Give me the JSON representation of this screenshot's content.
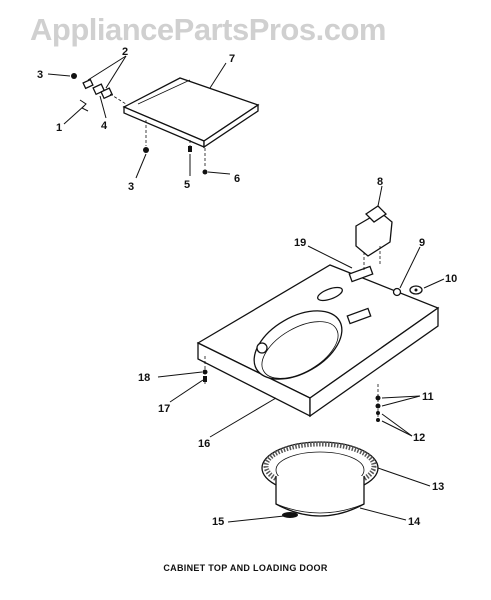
{
  "watermark": "AppliancePartsPros.com",
  "caption": "CABINET TOP AND LOADING DOOR",
  "callouts": [
    {
      "id": "c1",
      "text": "1"
    },
    {
      "id": "c2",
      "text": "2"
    },
    {
      "id": "c3a",
      "text": "3"
    },
    {
      "id": "c3b",
      "text": "3"
    },
    {
      "id": "c4",
      "text": "4"
    },
    {
      "id": "c5",
      "text": "5"
    },
    {
      "id": "c6",
      "text": "6"
    },
    {
      "id": "c7",
      "text": "7"
    },
    {
      "id": "c8",
      "text": "8"
    },
    {
      "id": "c9",
      "text": "9"
    },
    {
      "id": "c10",
      "text": "10"
    },
    {
      "id": "c11",
      "text": "11"
    },
    {
      "id": "c12",
      "text": "12"
    },
    {
      "id": "c13",
      "text": "13"
    },
    {
      "id": "c14",
      "text": "14"
    },
    {
      "id": "c15",
      "text": "15"
    },
    {
      "id": "c16",
      "text": "16"
    },
    {
      "id": "c17",
      "text": "17"
    },
    {
      "id": "c18",
      "text": "18"
    },
    {
      "id": "c19",
      "text": "19"
    }
  ]
}
